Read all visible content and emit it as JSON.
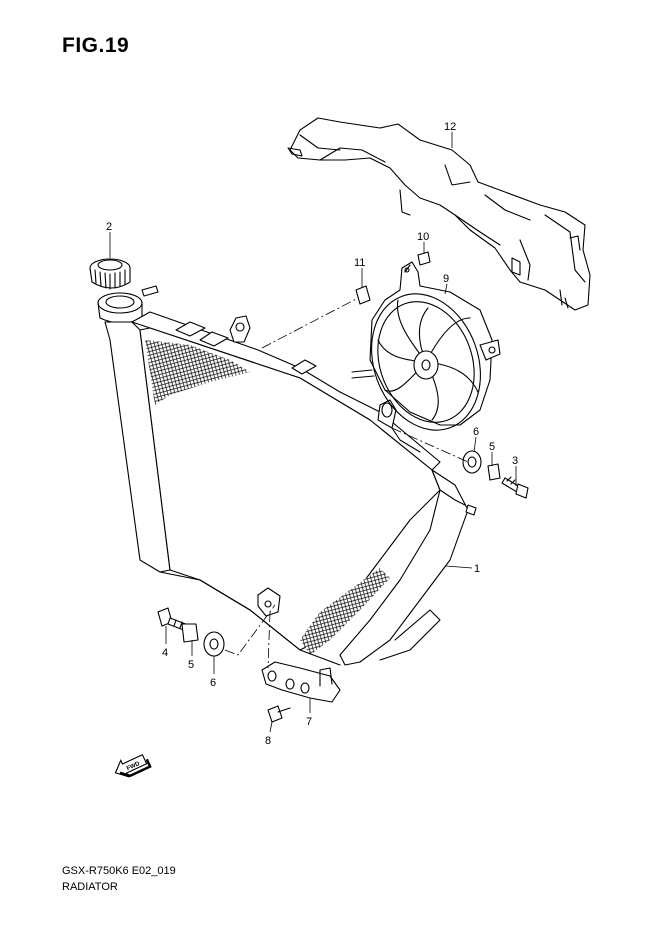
{
  "figure": {
    "title": "FIG.19",
    "code": "GSX-R750K6 E02_019",
    "name": "RADIATOR"
  },
  "callouts": [
    {
      "id": "c1",
      "label": "1"
    },
    {
      "id": "c2",
      "label": "2"
    },
    {
      "id": "c3",
      "label": "3"
    },
    {
      "id": "c4",
      "label": "4"
    },
    {
      "id": "c5a",
      "label": "5"
    },
    {
      "id": "c5b",
      "label": "5"
    },
    {
      "id": "c6a",
      "label": "6"
    },
    {
      "id": "c6b",
      "label": "6"
    },
    {
      "id": "c7",
      "label": "7"
    },
    {
      "id": "c8",
      "label": "8"
    },
    {
      "id": "c9",
      "label": "9"
    },
    {
      "id": "c10",
      "label": "10"
    },
    {
      "id": "c11",
      "label": "11"
    },
    {
      "id": "c12",
      "label": "12"
    }
  ],
  "fwd_label": "FWD"
}
